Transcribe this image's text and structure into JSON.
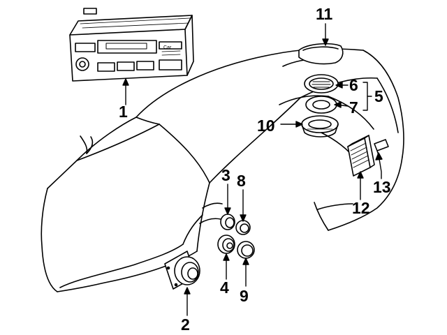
{
  "colors": {
    "ink": "#000000",
    "background": "#ffffff"
  },
  "callouts": {
    "c1": "1",
    "c2": "2",
    "c3": "3",
    "c4": "4",
    "c5": "5",
    "c6": "6",
    "c7": "7",
    "c8": "8",
    "c9": "9",
    "c10": "10",
    "c11": "11",
    "c12": "12",
    "c13": "13"
  },
  "radio": {
    "brand_text": "Car"
  }
}
